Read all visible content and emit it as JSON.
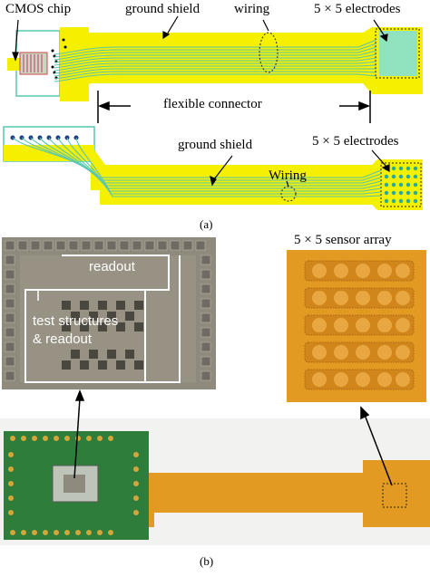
{
  "figure": {
    "panel_a": {
      "labels": {
        "cmos_chip": "CMOS chip",
        "ground_shield_top": "ground shield",
        "wiring_top": "wiring",
        "electrodes_top": "5 × 5 electrodes",
        "flexible_connector": "flexible connector",
        "ground_shield_bottom": "ground shield",
        "electrodes_bottom": "5 × 5 electrodes",
        "wiring_bottom": "Wiring"
      },
      "caption": "(a)"
    },
    "panel_b": {
      "labels": {
        "readout": "readout",
        "test_structures_line1": "test structures",
        "test_structures_line2": "& readout",
        "sensor_array": "5 × 5 sensor array"
      },
      "caption": "(b)"
    }
  },
  "colors": {
    "flex_yellow": "#f4f000",
    "trace_teal": "#59c6b0",
    "electrode_cyan": "#7fe0e0",
    "die_gray": "#8e8a7e",
    "flex_orange": "#e39a22",
    "pcb_green": "#2f7d3b"
  }
}
